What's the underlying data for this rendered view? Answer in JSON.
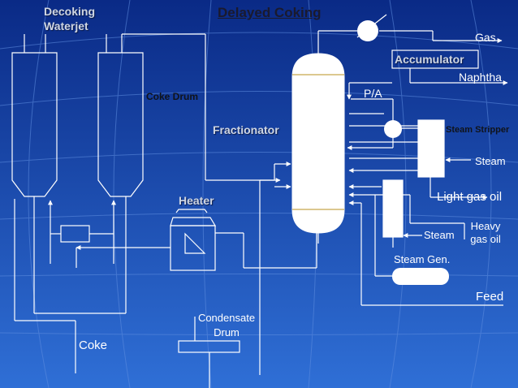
{
  "title": "Delayed Coking",
  "labels": {
    "decoking_line1": "Decoking",
    "decoking_line2": "Waterjet",
    "coke_drum": "Coke Drum",
    "fractionator": "Fractionator",
    "heater": "Heater",
    "accumulator": "Accumulator",
    "gas": "Gas",
    "naphtha": "Naphtha",
    "pa": "P/A",
    "steam_stripper": "Steam Stripper",
    "steam_right": "Steam",
    "light_gas_oil": "Light gas oil",
    "heavy_gas_oil_line1": "Heavy",
    "heavy_gas_oil_line2": "gas oil",
    "steam_mid": "Steam",
    "steam_gen": "Steam Gen.",
    "feed": "Feed",
    "condensate_line1": "Condensate",
    "condensate_line2": "Drum",
    "coke": "Coke"
  },
  "colors": {
    "background_top": "#0a2a86",
    "background_bottom": "#2f6fd6",
    "lines": "#ffffff",
    "vessel_fill": "#ffffff",
    "bold_label": "#cfd6e2",
    "title": "#1a1a2e"
  }
}
